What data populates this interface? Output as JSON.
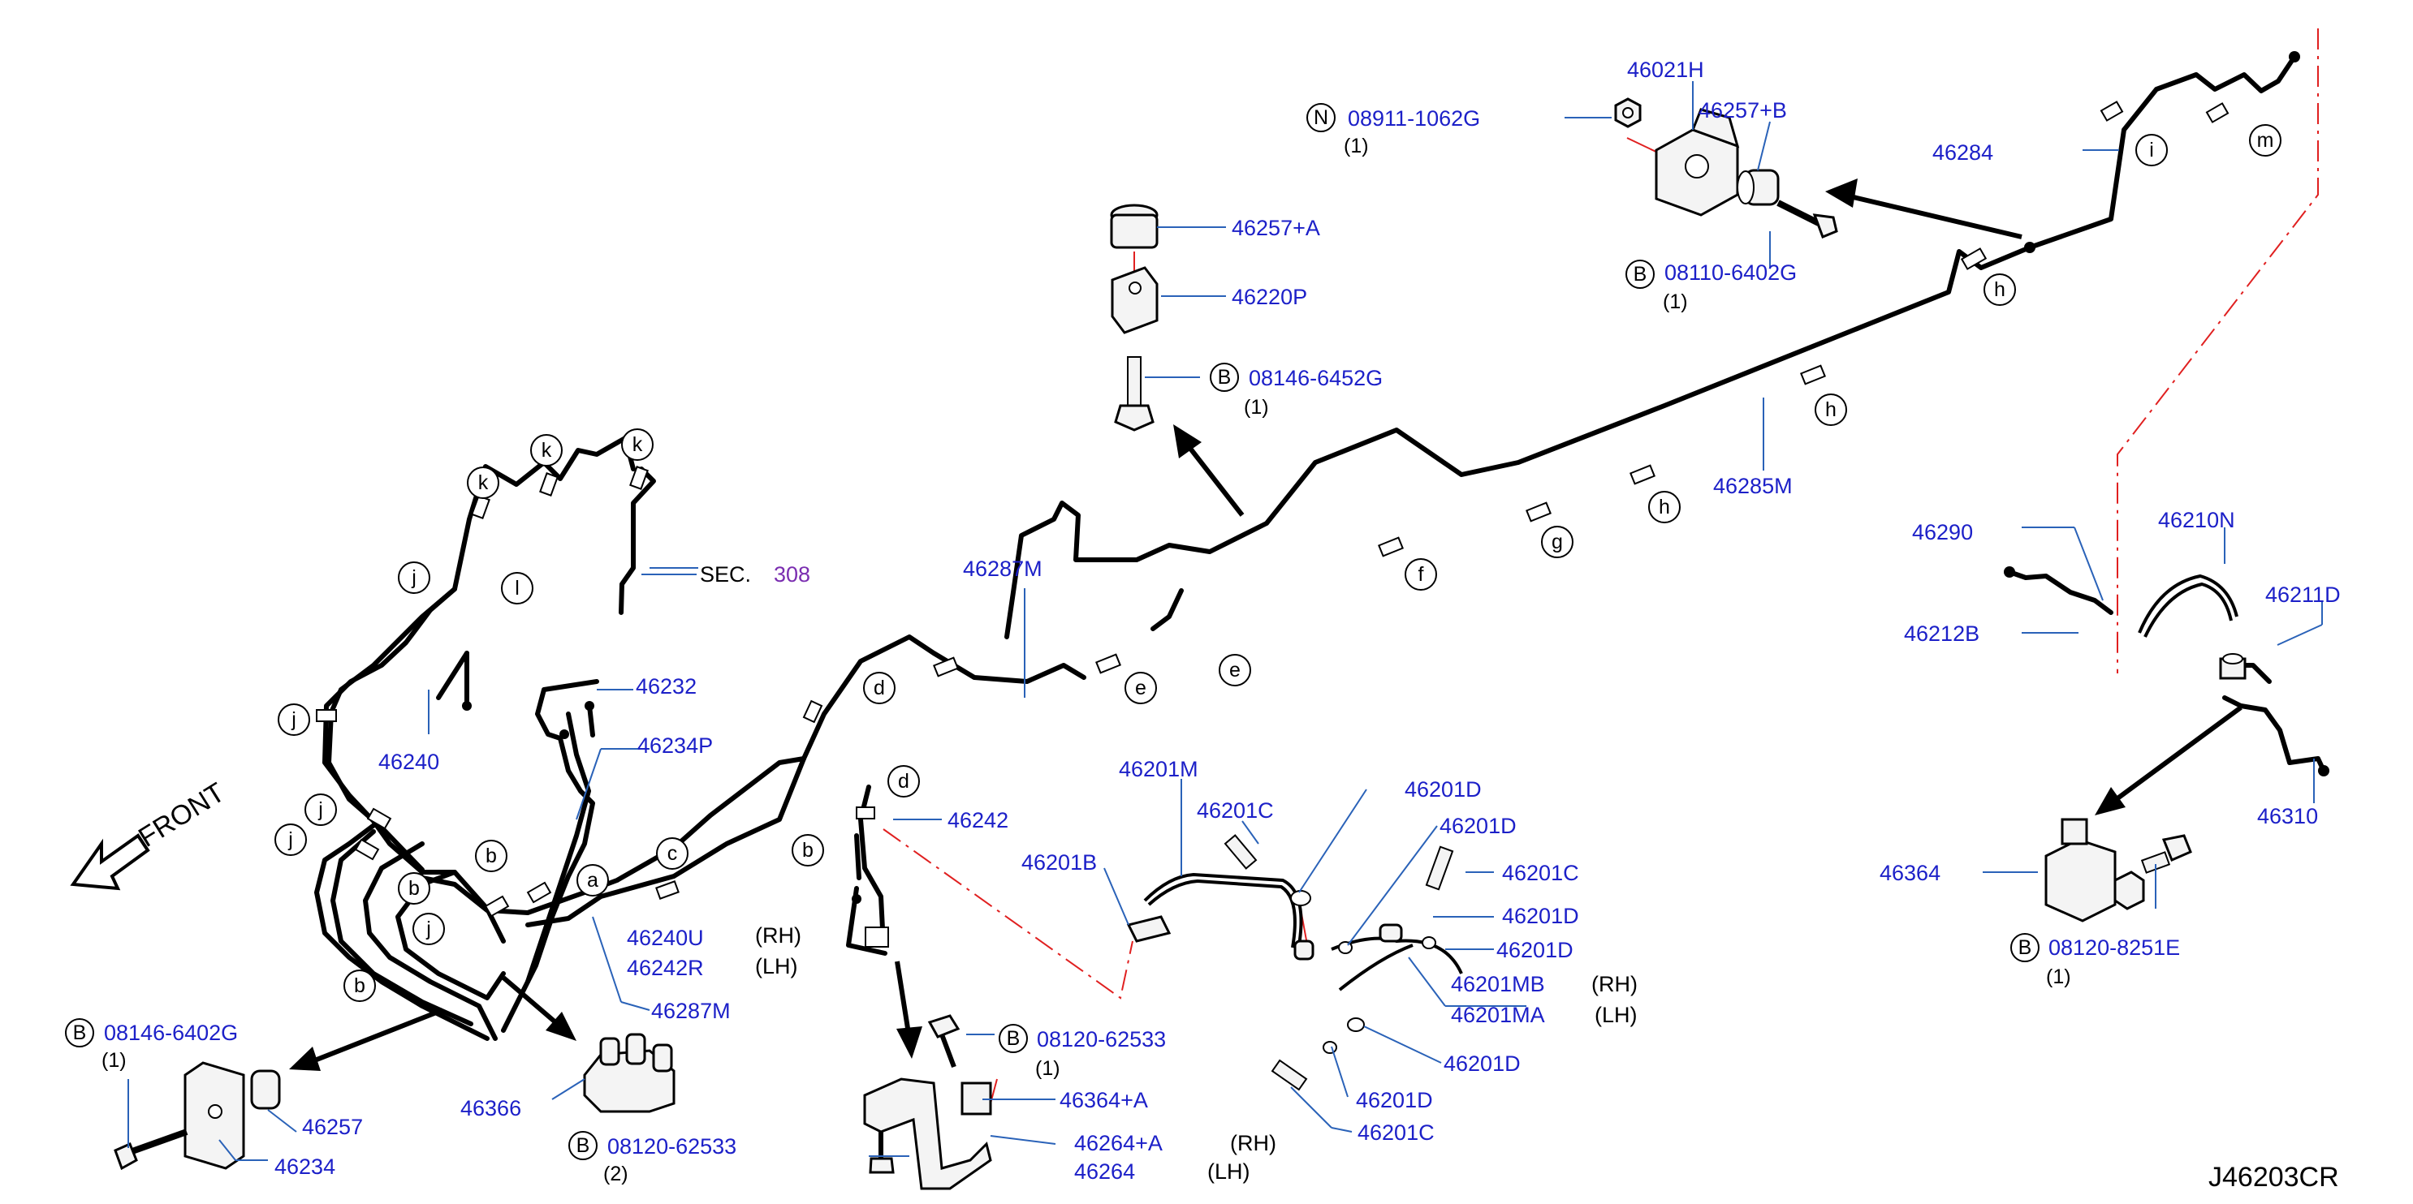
{
  "diagram_code": "J46203CR",
  "front": "FRONT",
  "sec": {
    "prefix": "SEC.",
    "number": "308"
  },
  "side": {
    "rh": "(RH)",
    "lh": "(LH)"
  },
  "parts": {
    "p46021H": "46021H",
    "p46257B": "46257+B",
    "p08911": "08911-1062G",
    "p08911_qty": "(1)",
    "p08110": "08110-6402G",
    "p08110_qty": "(1)",
    "p46284": "46284",
    "p46257A": "46257+A",
    "p46220P": "46220P",
    "p08146_top": "08146-6452G",
    "p08146_top_qty": "(1)",
    "p46285M": "46285M",
    "p46287M_top": "46287M",
    "p46290": "46290",
    "p46210N": "46210N",
    "p46211D": "46211D",
    "p46212B": "46212B",
    "p46310": "46310",
    "p46364": "46364",
    "p08120_8251": "08120-8251E",
    "p08120_8251_qty": "(1)",
    "p46232": "46232",
    "p46234P": "46234P",
    "p46240": "46240",
    "p46240U": "46240U",
    "p46242R": "46242R",
    "p46287M_bot": "46287M",
    "p46242": "46242",
    "p46201M": "46201M",
    "p46201C_1": "46201C",
    "p46201B": "46201B",
    "p46201D_1": "46201D",
    "p46201D_2": "46201D",
    "p46201C_2": "46201C",
    "p46201D_3": "46201D",
    "p46201D_4": "46201D",
    "p46201MB": "46201MB",
    "p46201MA": "46201MA",
    "p46201D_5": "46201D",
    "p46201D_6": "46201D",
    "p46201C_3": "46201C",
    "p08120_62533_a": "08120-62533",
    "p08120_62533_a_qty": "(1)",
    "p46364A": "46364+A",
    "p46264A": "46264+A",
    "p46264": "46264",
    "p46366": "46366",
    "p08120_62533_b": "08120-62533",
    "p08120_62533_b_qty": "(2)",
    "p08146_bot": "08146-6402G",
    "p08146_bot_qty": "(1)",
    "p46257": "46257",
    "p46234": "46234"
  },
  "callouts": {
    "B": "B",
    "N": "N",
    "a": "a",
    "b": "b",
    "c": "c",
    "d": "d",
    "e": "e",
    "f": "f",
    "g": "g",
    "h": "h",
    "i": "i",
    "j": "j",
    "k": "k",
    "l": "l",
    "m": "m"
  },
  "colors": {
    "part_number": "#1c20c8",
    "leader": "#2a62b8",
    "reference_line": "#e02020",
    "section": "#7a2db0"
  }
}
